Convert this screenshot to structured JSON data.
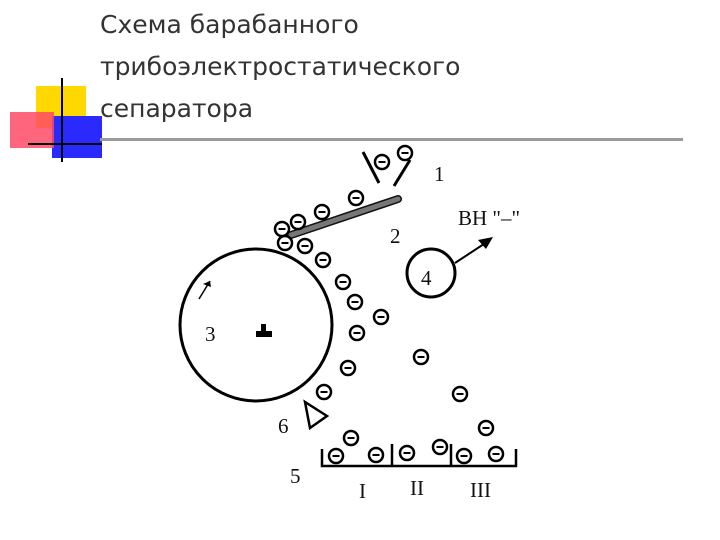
{
  "title": {
    "line1": "Схема барабанного",
    "line2": "трибоэлектростатического",
    "line3": "сепаратора"
  },
  "diagram": {
    "labels": {
      "hopper": "1",
      "chute": "2",
      "drum": "3",
      "electrode": "4",
      "bins": "5",
      "scraper": "6",
      "high_voltage": "ВН \"–\"",
      "bin_1": "I",
      "bin_2": "II",
      "bin_3": "III"
    }
  },
  "colors": {
    "title_text": "#333333",
    "deco_yellow": "#ffd800",
    "deco_red": "#ff3a5a",
    "deco_blue": "#2a2aff",
    "deco_line": "#000000",
    "rule": "#9a9a9a",
    "chute": "#777777"
  }
}
